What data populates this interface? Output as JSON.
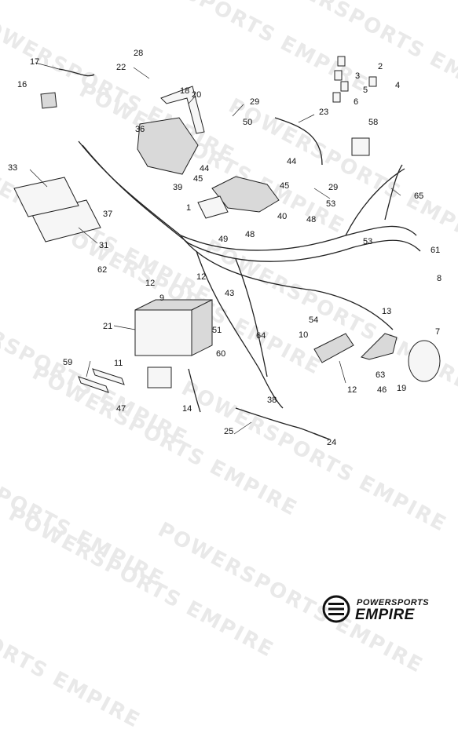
{
  "diagram": {
    "watermark_text": "POWERSPORTS EMPIRE",
    "callouts": [
      "1",
      "2",
      "3",
      "4",
      "5",
      "6",
      "7",
      "8",
      "9",
      "10",
      "11",
      "12",
      "12",
      "12",
      "13",
      "14",
      "16",
      "17",
      "18",
      "19",
      "20",
      "21",
      "22",
      "23",
      "24",
      "25",
      "28",
      "29",
      "29",
      "31",
      "33",
      "36",
      "37",
      "38",
      "39",
      "40",
      "43",
      "44",
      "44",
      "45",
      "45",
      "46",
      "47",
      "48",
      "48",
      "49",
      "50",
      "51",
      "53",
      "53",
      "54",
      "58",
      "59",
      "60",
      "61",
      "62",
      "63",
      "64",
      "65"
    ]
  },
  "branding": {
    "logo_top": "POWERSPORTS",
    "logo_bottom": "EMPIRE"
  }
}
